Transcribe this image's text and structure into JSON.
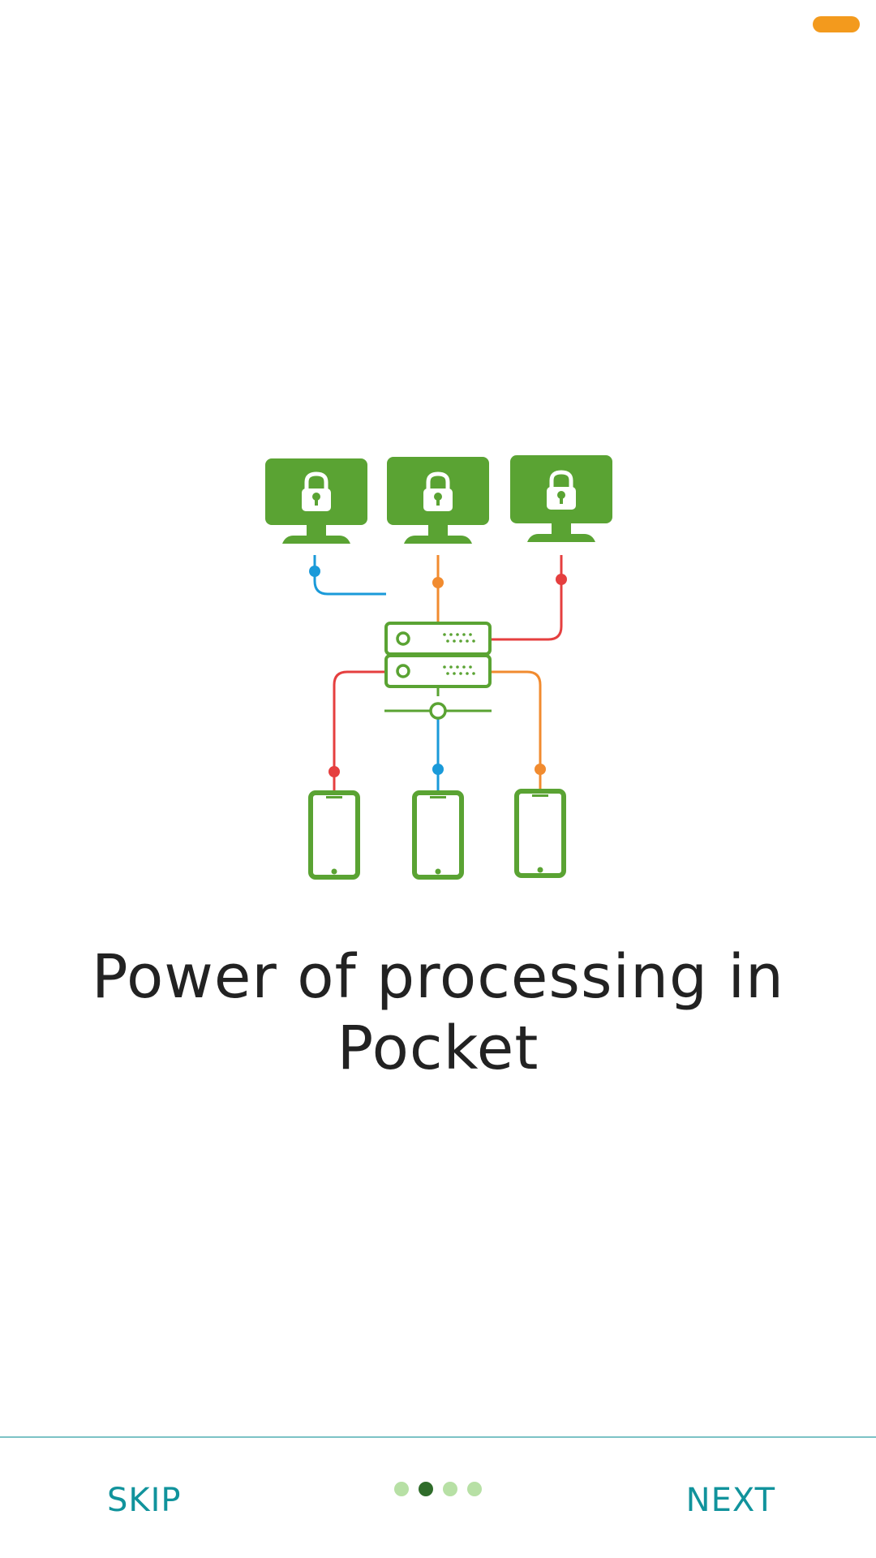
{
  "onboarding": {
    "title": "Power of processing in Pocket",
    "skip_label": "SKIP",
    "next_label": "NEXT",
    "page_indicator": {
      "total": 4,
      "current": 2
    }
  },
  "colors": {
    "green": "#5aa333",
    "blue": "#1a9ad9",
    "orange": "#f18b2f",
    "red": "#e53f3f",
    "teal": "#11939c",
    "status_pill": "#f39a1d",
    "dot_active": "#2f6c2a",
    "dot_inactive": "#b7e0a5"
  },
  "icons": [
    "status-pill",
    "lock-icon",
    "monitor-icon",
    "server-icon",
    "smartphone-icon"
  ]
}
